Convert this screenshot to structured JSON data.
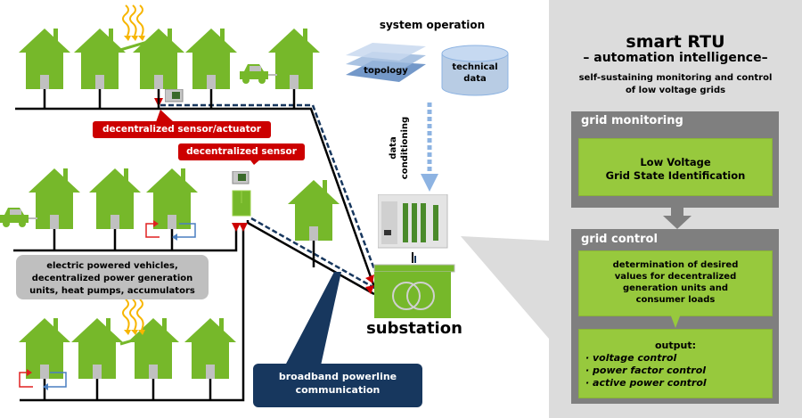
{
  "right_panel": {
    "title": "smart RTU",
    "subtitle": "– automation intelligence–",
    "description_line1": "self-sustaining monitoring and control",
    "description_line2": "of low voltage grids",
    "grid_monitoring": {
      "header": "grid monitoring",
      "box_line1": "Low Voltage",
      "box_line2": "Grid State Identification"
    },
    "grid_control": {
      "header": "grid control",
      "determination_lines": [
        "determination of desired",
        "values for decentralized",
        "generation units and",
        "consumer loads"
      ],
      "output_title": "output:",
      "output_items": [
        "voltage control",
        "power factor control",
        "active power control"
      ]
    }
  },
  "system_operation": {
    "title": "system operation",
    "topology_label": "topology",
    "technical_data_line1": "technical",
    "technical_data_line2": "data",
    "data_conditioning_line1": "data",
    "data_conditioning_line2": "conditioning"
  },
  "labels": {
    "sensor_actuator": "decentralized sensor/actuator",
    "sensor": "decentralized sensor",
    "devices_line1": "electric powered vehicles,",
    "devices_line2": "decentralized power generation",
    "devices_line3": "units, heat pumps, accumulators",
    "substation": "substation",
    "bplc_line1": "broadband powerline",
    "bplc_line2": "communication"
  },
  "colors": {
    "house_green": "#76b82a",
    "box_green": "#97c93d",
    "alert_red": "#cc0000",
    "navy": "#17375e",
    "panel_grey": "#dcdcdc",
    "box_grey": "#7f7f7f",
    "data_blue": "#8db3e2",
    "sun_orange": "#f7b500"
  }
}
